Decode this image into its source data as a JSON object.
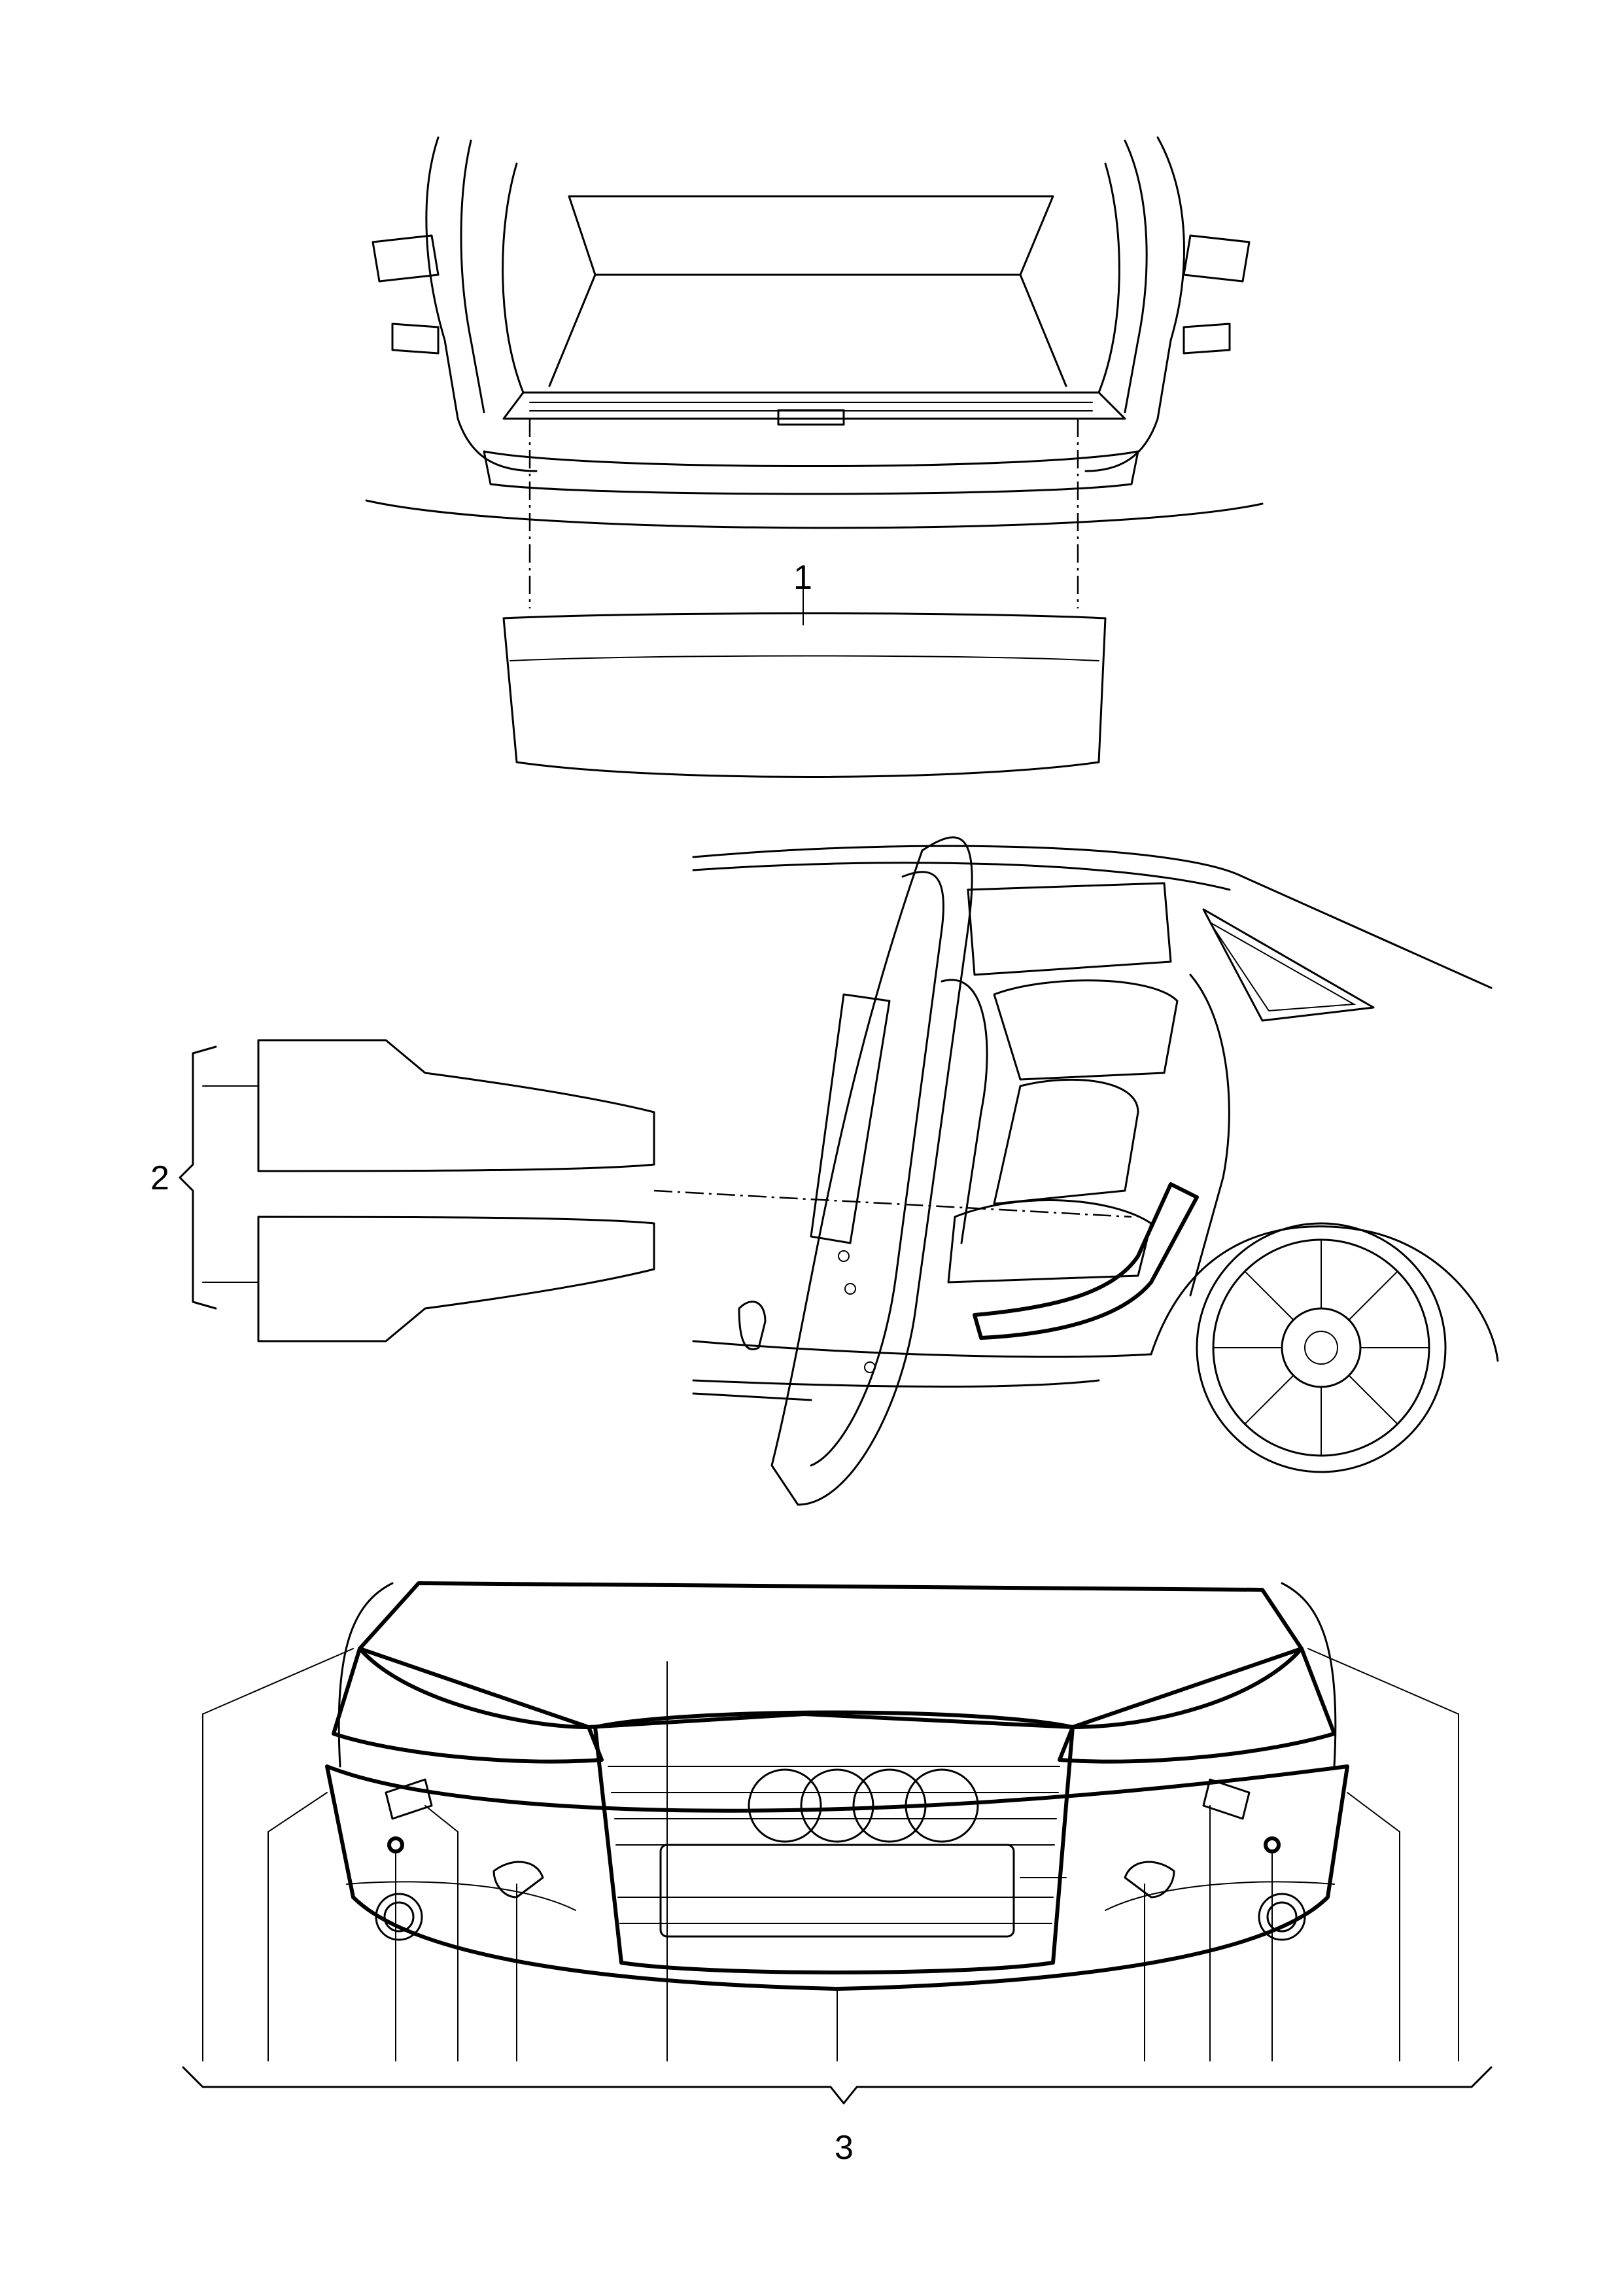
{
  "callouts": {
    "trunk_protector": "1",
    "door_sill_panels": "2",
    "front_bumper_parts": "3"
  }
}
